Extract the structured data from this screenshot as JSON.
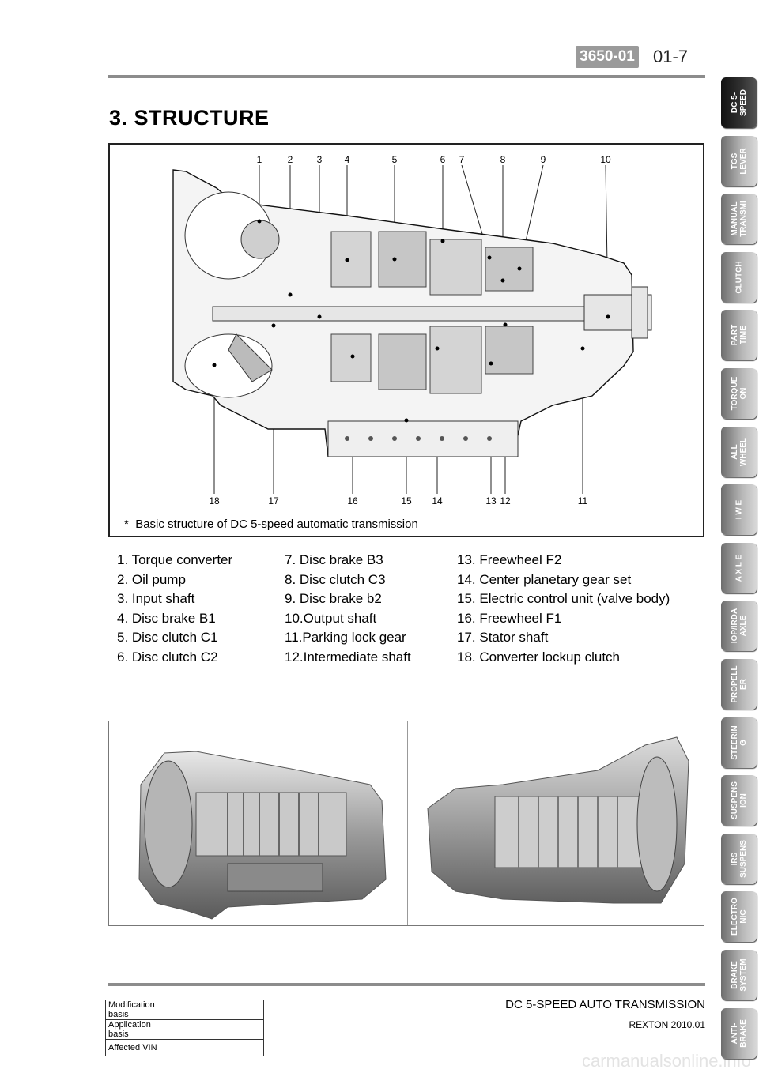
{
  "header": {
    "code": "3650-01",
    "page": "01-7"
  },
  "section_title": "3. STRUCTURE",
  "diagram": {
    "top_callouts": [
      "1",
      "2",
      "3",
      "4",
      "5",
      "6",
      "7",
      "8",
      "9",
      "10"
    ],
    "bottom_callouts": [
      "18",
      "17",
      "16",
      "15",
      "14",
      "13",
      "12",
      "11"
    ],
    "caption_star": "*",
    "caption": "Basic structure of DC 5-speed automatic transmission"
  },
  "legend": {
    "col1": [
      "1. Torque converter",
      "2. Oil pump",
      "3. Input shaft",
      "4. Disc brake B1",
      "5. Disc clutch C1",
      "6. Disc clutch C2"
    ],
    "col2": [
      "7. Disc brake B3",
      "8. Disc clutch C3",
      "9. Disc brake b2",
      "10.Output shaft",
      "11.Parking lock gear",
      "12.Intermediate shaft"
    ],
    "col3": [
      "13. Freewheel F2",
      "14. Center planetary gear set",
      "15. Electric control unit (valve body)",
      "16. Freewheel F1",
      "17. Stator shaft",
      "18. Converter lockup clutch"
    ]
  },
  "footer": {
    "title": "DC 5-SPEED AUTO TRANSMISSION",
    "sub": "REXTON 2010.01",
    "table": [
      "Modification basis",
      "Application basis",
      "Affected VIN"
    ],
    "watermark": "carmanualsonline.info"
  },
  "tabs": [
    {
      "label": "DC 5-\nSPEED",
      "active": true
    },
    {
      "label": "TGS\nLEVER"
    },
    {
      "label": "MANUAL\nTRANSMI"
    },
    {
      "label": "CLUTCH"
    },
    {
      "label": "PART\nTIME"
    },
    {
      "label": "TORQUE\nON"
    },
    {
      "label": "ALL\nWHEEL"
    },
    {
      "label": "I W E"
    },
    {
      "label": "A X L E"
    },
    {
      "label": "IOP/IRDA\nAXLE"
    },
    {
      "label": "PROPELL\nER"
    },
    {
      "label": "STEERIN\nG"
    },
    {
      "label": "SUSPENS\nION"
    },
    {
      "label": "IRS\nSUSPENS"
    },
    {
      "label": "ELECTRO\nNIC"
    },
    {
      "label": "BRAKE\nSYSTEM"
    },
    {
      "label": "ANTI-\nBRAKE"
    }
  ]
}
